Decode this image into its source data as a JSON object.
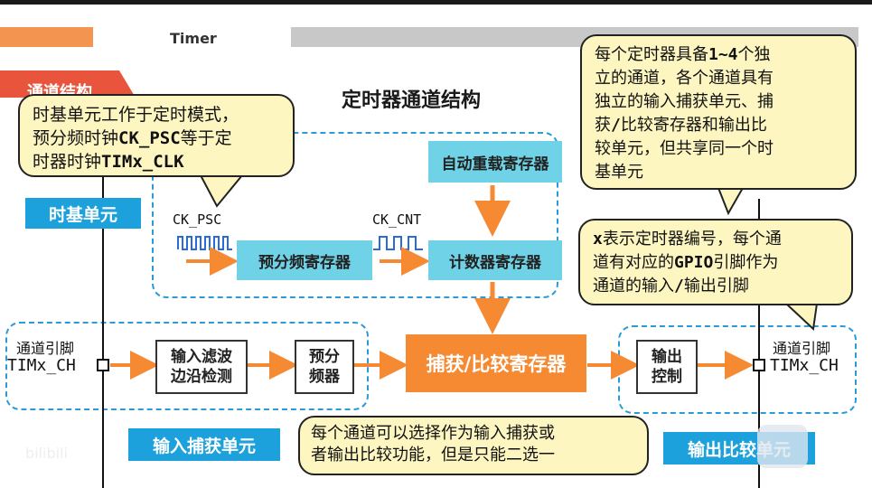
{
  "header": {
    "title": "Timer"
  },
  "section_tab": {
    "label": "通道结构"
  },
  "diagram": {
    "title": "定时器通道结构",
    "blocks": {
      "timebase_unit": "时基单元",
      "prescaler_register": "预分频寄存器",
      "auto_reload_register": "自动重载寄存器",
      "counter_register": "计数器寄存器",
      "input_filter": "输入滤波\n边沿检测",
      "prescaler_small": "预分\n频器",
      "capture_compare_register": "捕获/比较寄存器",
      "output_control": "输出\n控制",
      "input_capture_unit": "输入捕获单元",
      "output_compare_unit": "输出比较单元"
    },
    "signals": {
      "ck_psc": "CK_PSC",
      "ck_cnt": "CK_CNT"
    },
    "left_pin": {
      "label": "通道引脚",
      "id": "TIMx_CH"
    },
    "right_pin": {
      "label": "通道引脚",
      "id": "TIMx_CH"
    }
  },
  "callouts": {
    "timebase": {
      "line1a": "时基单元工作于定时模式，",
      "line2a": "预分频时钟",
      "line2b": "CK_PSC",
      "line2c": "等于定",
      "line3a": "时器时钟",
      "line3b": "TIMx_CLK"
    },
    "channels": {
      "line1a": "每个定时器具备",
      "line1b": "1~4",
      "line1c": "个独",
      "line2": "立的通道，各个通道具有",
      "line3": "独立的输入捕获单元、捕",
      "line4a": "获",
      "line4b": "/",
      "line4c": "比较寄存器和输出比",
      "line5": "较单元，但共享同一个时",
      "line6": "基单元"
    },
    "channel_id": {
      "line1a": "x",
      "line1b": "表示定时器编号，每个通",
      "line2a": "道有对应的",
      "line2b": "GPIO",
      "line2c": "引脚作为",
      "line3a": "通道的输入",
      "line3b": "/",
      "line3c": "输出引脚"
    },
    "mode": {
      "line1": "每个通道可以选择作为输入捕获或",
      "line2": "者输出比较功能，但是只能二选一"
    }
  },
  "watermark": {
    "text": "bilibili"
  },
  "colors": {
    "orange": "#f58a33",
    "teal": "#6fd2e6",
    "blue": "#1da1dc",
    "callout_bg": "#fdf6c0",
    "dashed": "#2a9bd6"
  }
}
